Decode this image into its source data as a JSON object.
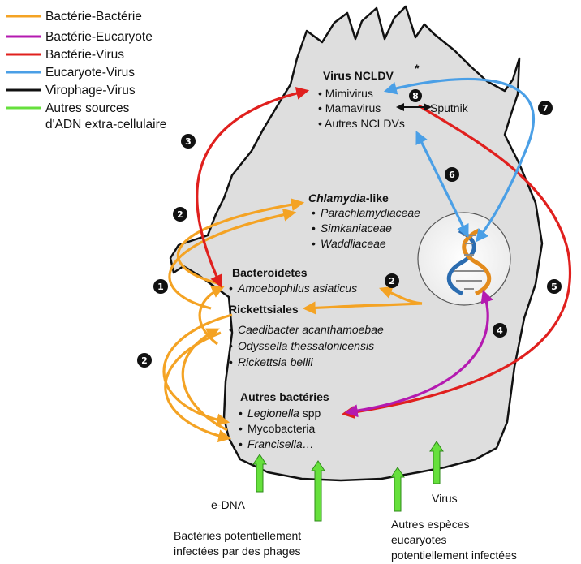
{
  "legend": [
    {
      "label": "Bactérie-Bactérie",
      "color": "#f4a324"
    },
    {
      "label": "Bactérie-Eucaryote",
      "color": "#b41ab0"
    },
    {
      "label": "Bactérie-Virus",
      "color": "#e0201e"
    },
    {
      "label": "Eucaryote-Virus",
      "color": "#4a9fe6"
    },
    {
      "label": "Virophage-Virus",
      "color": "#111111"
    },
    {
      "label": "Autres sources",
      "label2": "d'ADN extra-cellulaire",
      "color": "#66e03c"
    }
  ],
  "virus_group": {
    "title": "Virus NCLDV",
    "asterisk": "*",
    "items": [
      "• Mimivirus",
      "• Mamavirus",
      "• Autres NCLDVs"
    ],
    "sputnik": "Sputnik"
  },
  "chlamydia": {
    "title_italic": "Chlamydia",
    "title_rest": "-like",
    "items": [
      "Parachlamydiaceae",
      "Simkaniaceae",
      "Waddliaceae"
    ]
  },
  "bacteroidetes": {
    "title": "Bacteroidetes",
    "items": [
      "Amoebophilus asiaticus"
    ]
  },
  "rickettsiales": {
    "title": "Rickettsiales",
    "items": [
      "Caedibacter acanthamoebae",
      "Odyssella thessalonicensis",
      "Rickettsia bellii"
    ]
  },
  "autres_bacteries": {
    "title": "Autres bactéries",
    "items": [
      {
        "italic": "Legionella",
        "rest": " spp"
      },
      {
        "italic": "",
        "rest": "Mycobacteria"
      },
      {
        "italic": "Francisella…",
        "rest": ""
      }
    ]
  },
  "bullet": "•",
  "numbers": [
    "1",
    "2",
    "2",
    "2",
    "3",
    "4",
    "5",
    "6",
    "7",
    "8"
  ],
  "sources": {
    "edna": "e-DNA",
    "virus": "Virus",
    "bacteries_1": "Bactéries potentiellement",
    "bacteries_2": "infectées par des phages",
    "autres_1": "Autres espèces",
    "autres_2": "eucaryotes",
    "autres_3": "potentiellement infectées"
  },
  "colors": {
    "cell_fill": "#dedede",
    "orange": "#f4a324",
    "purple": "#b41ab0",
    "red": "#e0201e",
    "blue": "#4a9fe6",
    "black": "#111111",
    "green": "#66e03c"
  }
}
